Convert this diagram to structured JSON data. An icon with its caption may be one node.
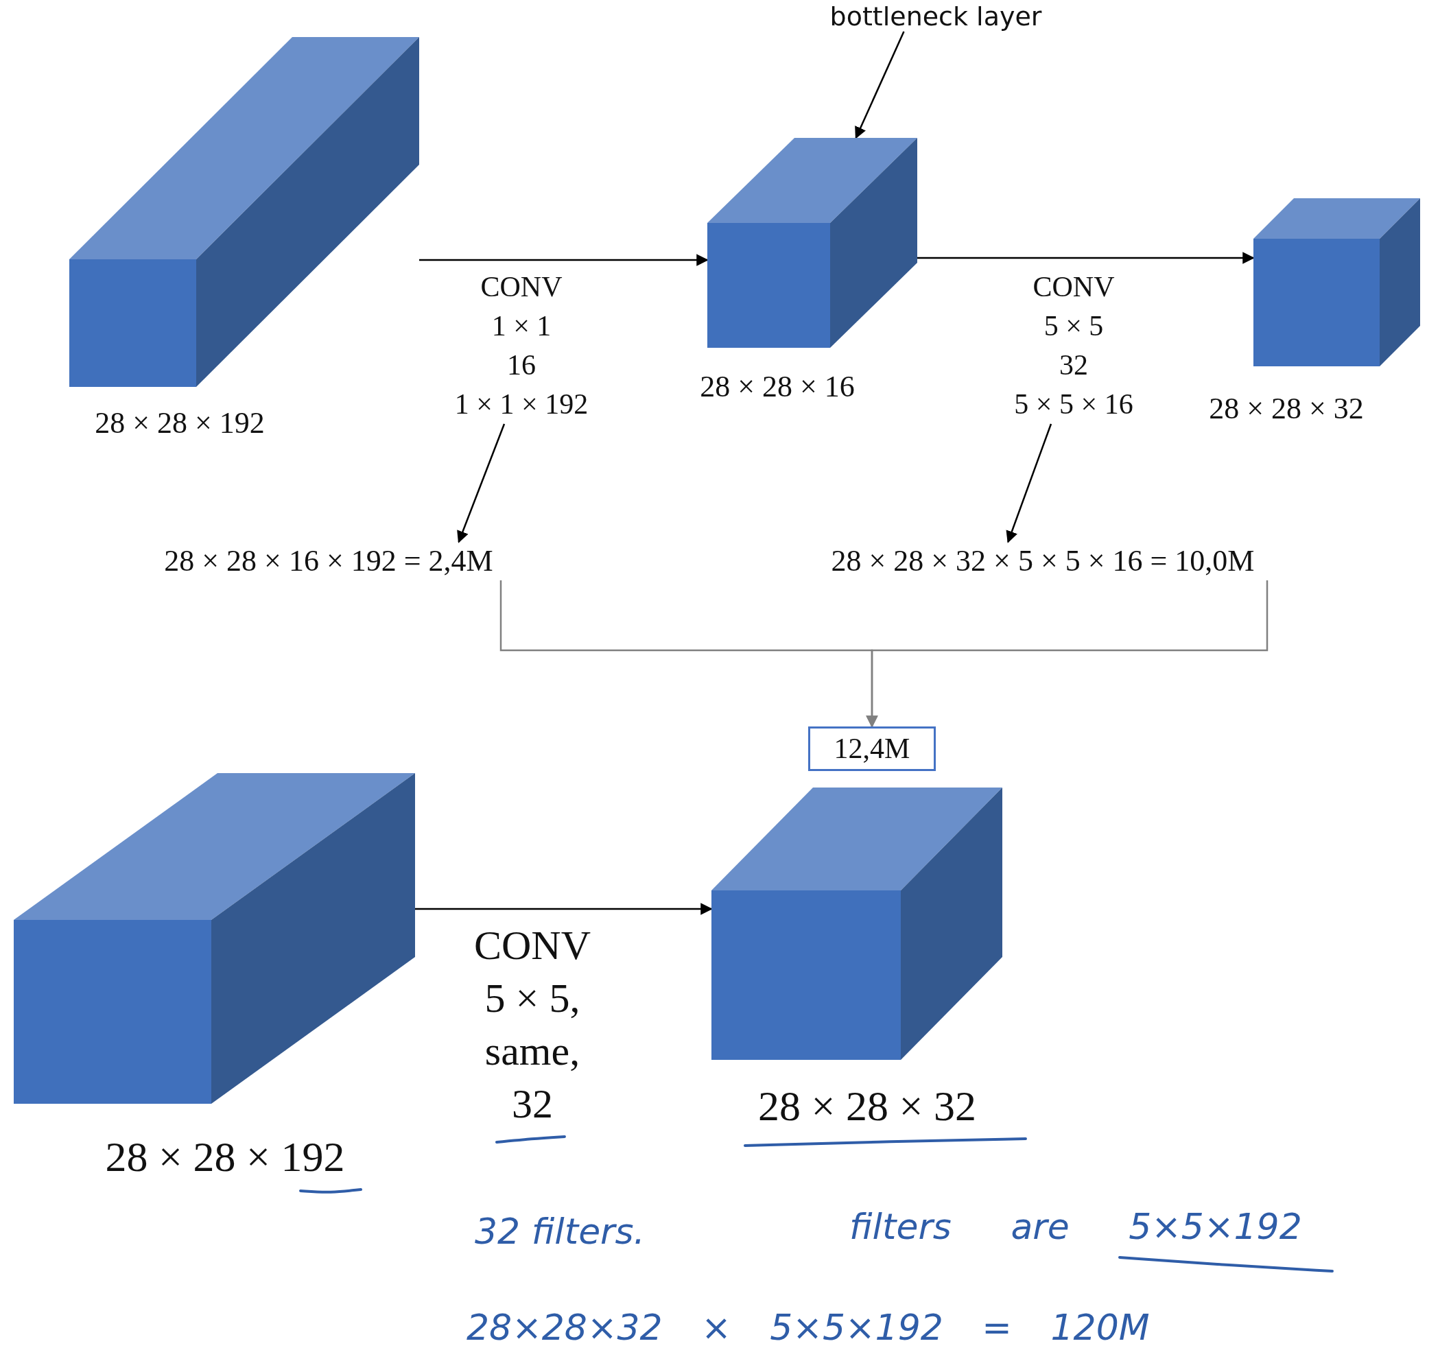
{
  "diagram": {
    "nodes": [
      {
        "text": [],
        "shape": "cuboid",
        "beside": [
          "28 × 28 × 192"
        ]
      },
      {
        "text": [],
        "shape": "cuboid",
        "beside": [
          "28 × 28 × 16"
        ]
      },
      {
        "text": [],
        "shape": "cuboid",
        "beside": [
          "28 × 28 × 32"
        ]
      },
      {
        "text": [
          "bottleneck layer"
        ]
      },
      {
        "text": [
          "CONV",
          "1 × 1",
          "16",
          "1 × 1 × 192"
        ]
      },
      {
        "text": [
          "CONV",
          "5 × 5",
          "32",
          "5 × 5 × 16"
        ]
      },
      {
        "text": [
          "28 × 28 × 16 × 192 = 2,4M"
        ]
      },
      {
        "text": [
          "28 × 28 × 32 × 5 × 5 × 16 = 10,0M"
        ]
      },
      {
        "text": [
          "12,4M"
        ]
      },
      {
        "text": [],
        "shape": "cuboid",
        "beside": [
          "28 × 28 × 192"
        ]
      },
      {
        "text": [],
        "shape": "cuboid",
        "beside": [
          "28 × 28 × 32"
        ]
      }
    ],
    "edges": [
      {
        "from": 0,
        "to": 1,
        "arrow": "to"
      },
      {
        "from": 1,
        "to": 2,
        "arrow": "to"
      },
      {
        "from": 3,
        "to": 1,
        "arrow": "to"
      },
      {
        "from": 4,
        "to": 6,
        "arrow": "to"
      },
      {
        "from": 5,
        "to": 7,
        "arrow": "to"
      },
      {
        "from": 6,
        "to": 8,
        "arrow": "to",
        "color": "#808080"
      },
      {
        "from": 7,
        "to": 8,
        "arrow": "to",
        "color": "#808080"
      },
      {
        "from": 9,
        "to": 10,
        "arrow": "to",
        "label": "CONV 5 × 5, same, 32"
      }
    ],
    "labels": [
      "32 filters.",
      "filters are 5×5×192",
      "28×28×32 × 5×5×192 = 120M"
    ]
  }
}
